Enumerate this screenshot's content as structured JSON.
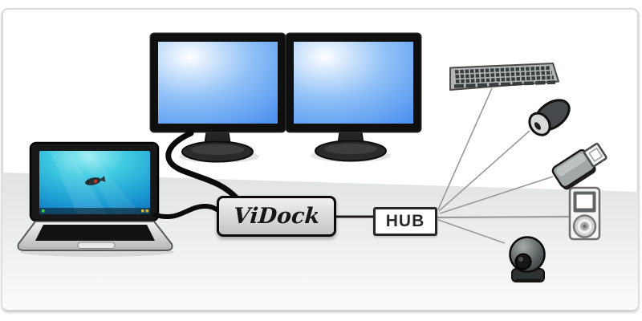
{
  "diagram": {
    "description": "ViDock docking-station connectivity diagram: laptop and dual monitors connect to ViDock, which links to a USB hub feeding peripherals",
    "nodes": {
      "vidock": {
        "label": "ViDock"
      },
      "hub": {
        "label": "HUB"
      }
    },
    "icons": [
      {
        "name": "monitor-left-icon",
        "meaning": "external display 1"
      },
      {
        "name": "monitor-right-icon",
        "meaning": "external display 2"
      },
      {
        "name": "laptop-icon",
        "meaning": "notebook computer"
      },
      {
        "name": "keyboard-icon",
        "meaning": "keyboard"
      },
      {
        "name": "mouse-icon",
        "meaning": "mouse"
      },
      {
        "name": "usb-drive-icon",
        "meaning": "USB flash drive"
      },
      {
        "name": "media-player-icon",
        "meaning": "portable media player"
      },
      {
        "name": "webcam-icon",
        "meaning": "webcam"
      }
    ],
    "connections": [
      {
        "from": "monitors",
        "to": "vidock"
      },
      {
        "from": "laptop",
        "to": "vidock"
      },
      {
        "from": "vidock",
        "to": "hub"
      },
      {
        "from": "hub",
        "to": "keyboard"
      },
      {
        "from": "hub",
        "to": "mouse"
      },
      {
        "from": "hub",
        "to": "usb-drive"
      },
      {
        "from": "hub",
        "to": "media-player"
      },
      {
        "from": "hub",
        "to": "webcam"
      }
    ],
    "colors": {
      "card_border": "#d9d9d9",
      "desk_top": "#e2e4e4",
      "desk_bottom": "#fafbfb",
      "monitor_screen_blue": "#5e9cf5",
      "laptop_screen_teal": "#1b9ad2",
      "cable_black": "#0a0a0a",
      "hub_line_gray": "#999999"
    }
  }
}
